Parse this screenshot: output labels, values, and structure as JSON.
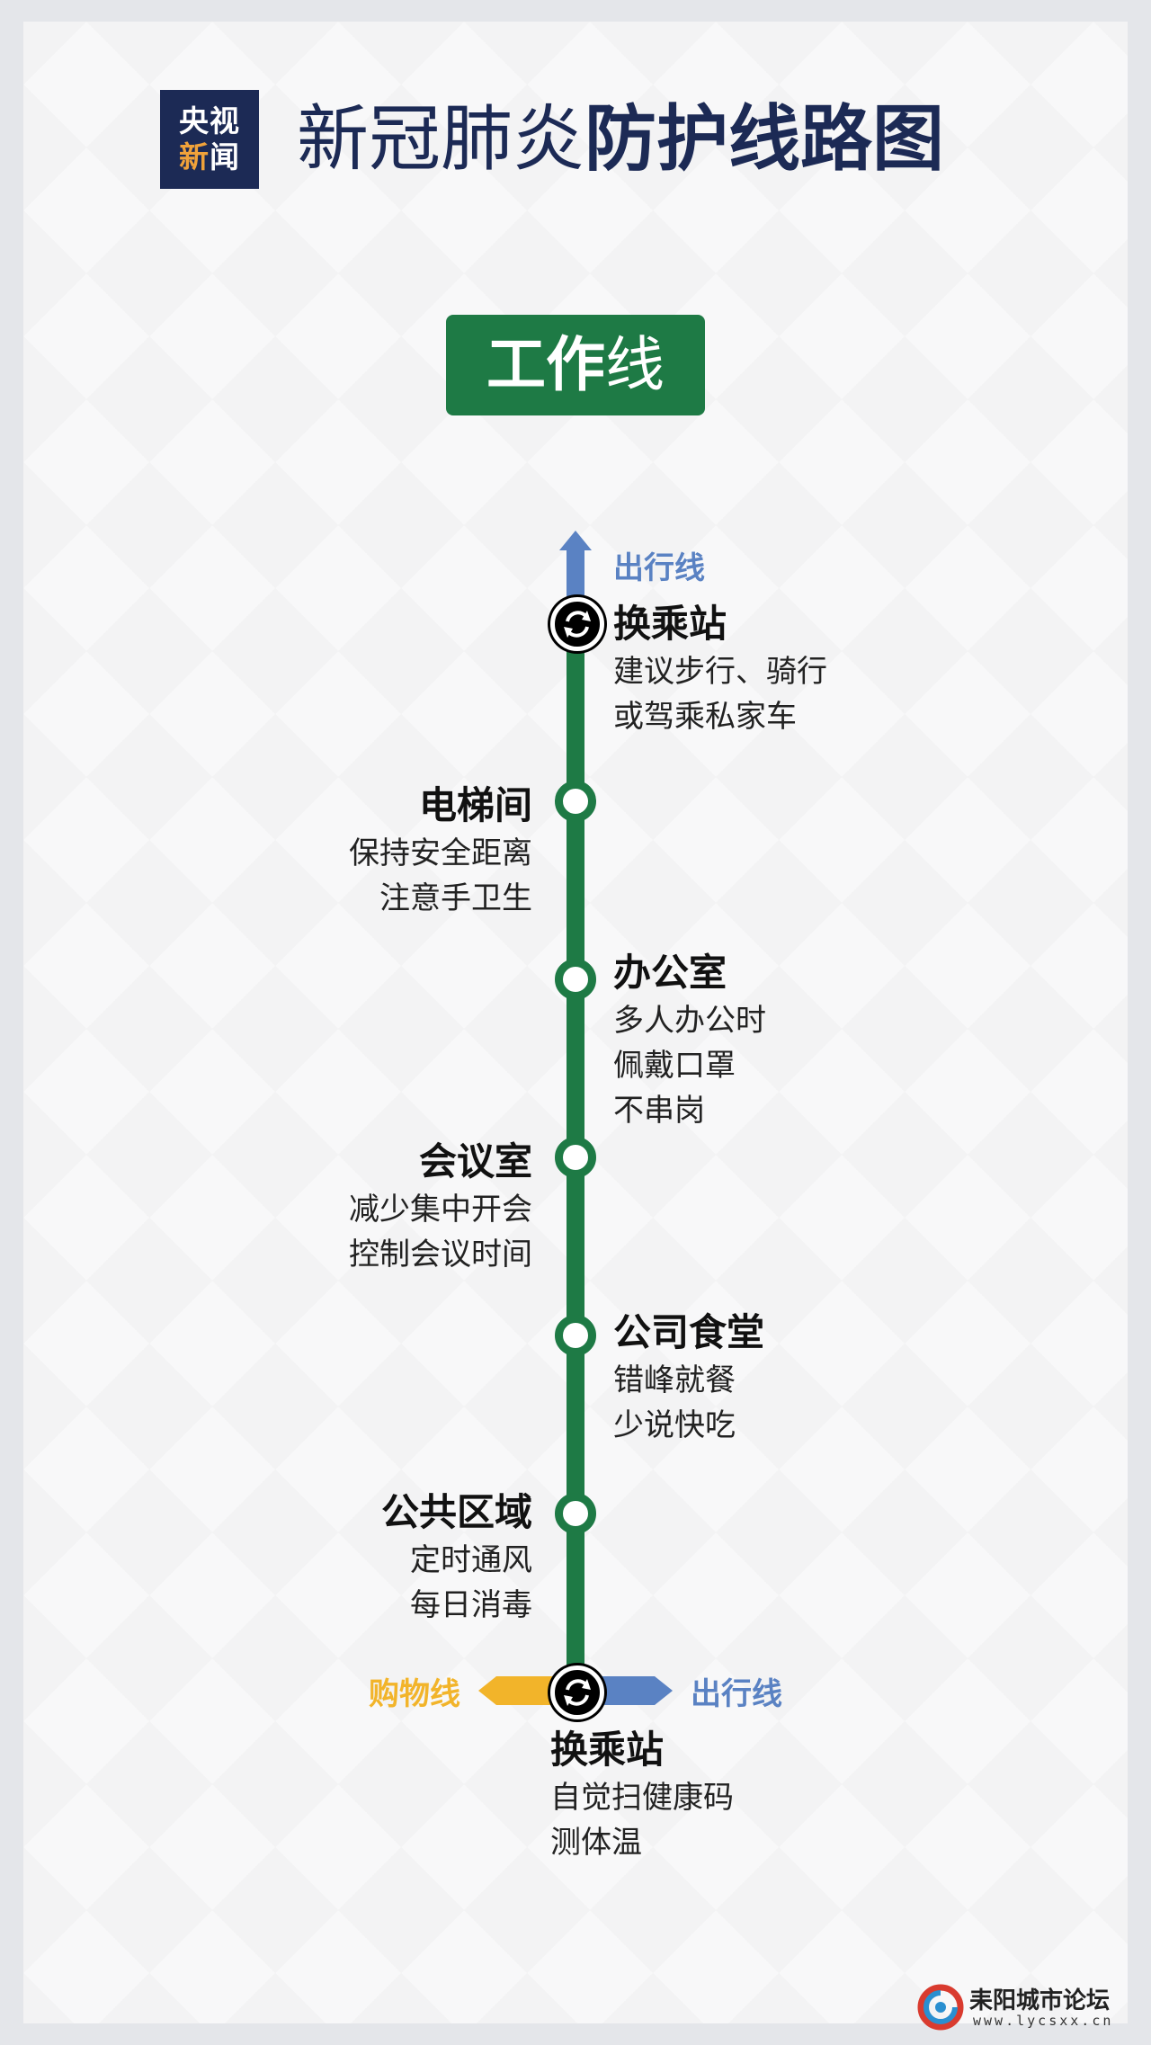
{
  "header": {
    "logo_line1": "央视",
    "logo_line2_a": "新",
    "logo_line2_b": "闻",
    "title_regular": "新冠肺炎",
    "title_bold": "防护线路图"
  },
  "line_badge": {
    "bold": "工作",
    "normal": "线"
  },
  "colors": {
    "line_green": "#1e7a45",
    "travel_blue": "#5a82c3",
    "shopping_yellow": "#f2b42a",
    "header_navy": "#1c2a55",
    "logo_orange": "#f0a23a"
  },
  "connections": {
    "top": "出行线",
    "bottom_left": "购物线",
    "bottom_right": "出行线"
  },
  "stations": [
    {
      "name": "换乘站",
      "type": "transfer",
      "desc": [
        "建议步行、骑行",
        "或驾乘私家车"
      ]
    },
    {
      "name": "电梯间",
      "type": "stop",
      "desc": [
        "保持安全距离",
        "注意手卫生"
      ]
    },
    {
      "name": "办公室",
      "type": "stop",
      "desc": [
        "多人办公时",
        "佩戴口罩",
        "不串岗"
      ]
    },
    {
      "name": "会议室",
      "type": "stop",
      "desc": [
        "减少集中开会",
        "控制会议时间"
      ]
    },
    {
      "name": "公司食堂",
      "type": "stop",
      "desc": [
        "错峰就餐",
        "少说快吃"
      ]
    },
    {
      "name": "公共区域",
      "type": "stop",
      "desc": [
        "定时通风",
        "每日消毒"
      ]
    },
    {
      "name": "换乘站",
      "type": "transfer",
      "desc": [
        "自觉扫健康码",
        "测体温"
      ]
    }
  ],
  "watermark": {
    "name": "耒阳城市论坛",
    "url": "www.lycsxx.cn"
  }
}
